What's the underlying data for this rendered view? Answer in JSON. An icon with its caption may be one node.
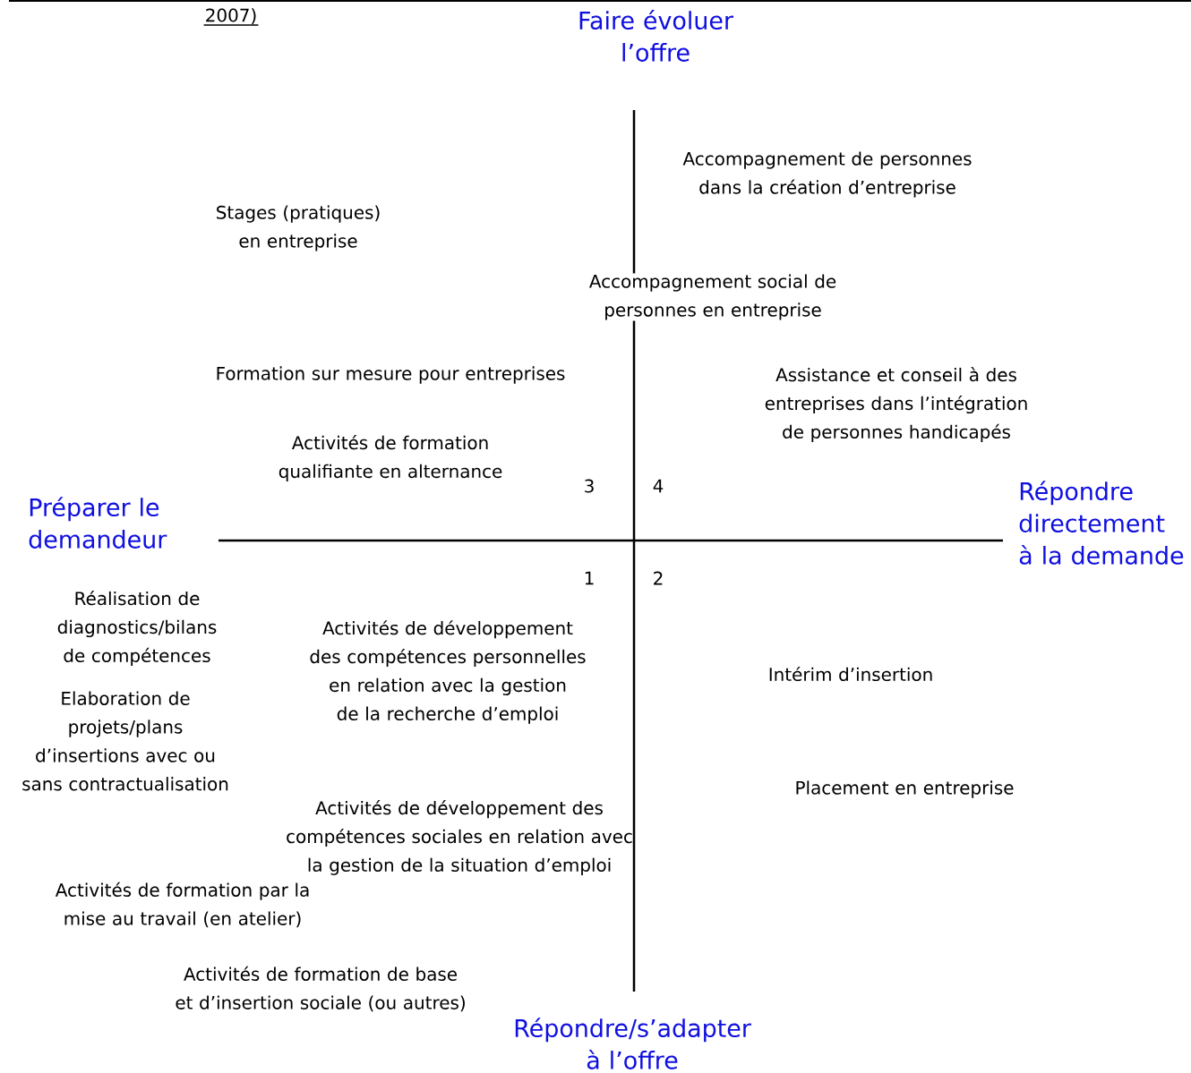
{
  "diagram": {
    "labels": [
      "2007)",
      "Faire évoluer l’offre",
      "Accompagnement de personnes dans la création d’entreprise",
      "Stages (pratiques) en entreprise",
      "Accompagnement social de personnes en entreprise",
      "Formation sur mesure pour entreprises",
      "Assistance et conseil à des entreprises dans l’intégration de personnes handicapés",
      "Activités de formation qualifiante en alternance",
      "3",
      "4",
      "Répondre directement à la demande",
      "Préparer le demandeur",
      "1",
      "2",
      "Réalisation de diagnostics/bilans de compétences",
      "Activités de développement des compétences personnelles en relation avec la gestion de la recherche d’emploi",
      "Intérim d’insertion",
      "Elaboration de projets/plans d’insertions avec ou sans contractualisation",
      "Placement en entreprise",
      "Activités de développement des compétences sociales en relation avec la gestion de la situation d’emploi",
      "Activités de formation par la mise au travail (en atelier)",
      "Activités de formation de base et d’insertion sociale (ou autres)",
      "Répondre/s’adapter à l’offre"
    ]
  }
}
